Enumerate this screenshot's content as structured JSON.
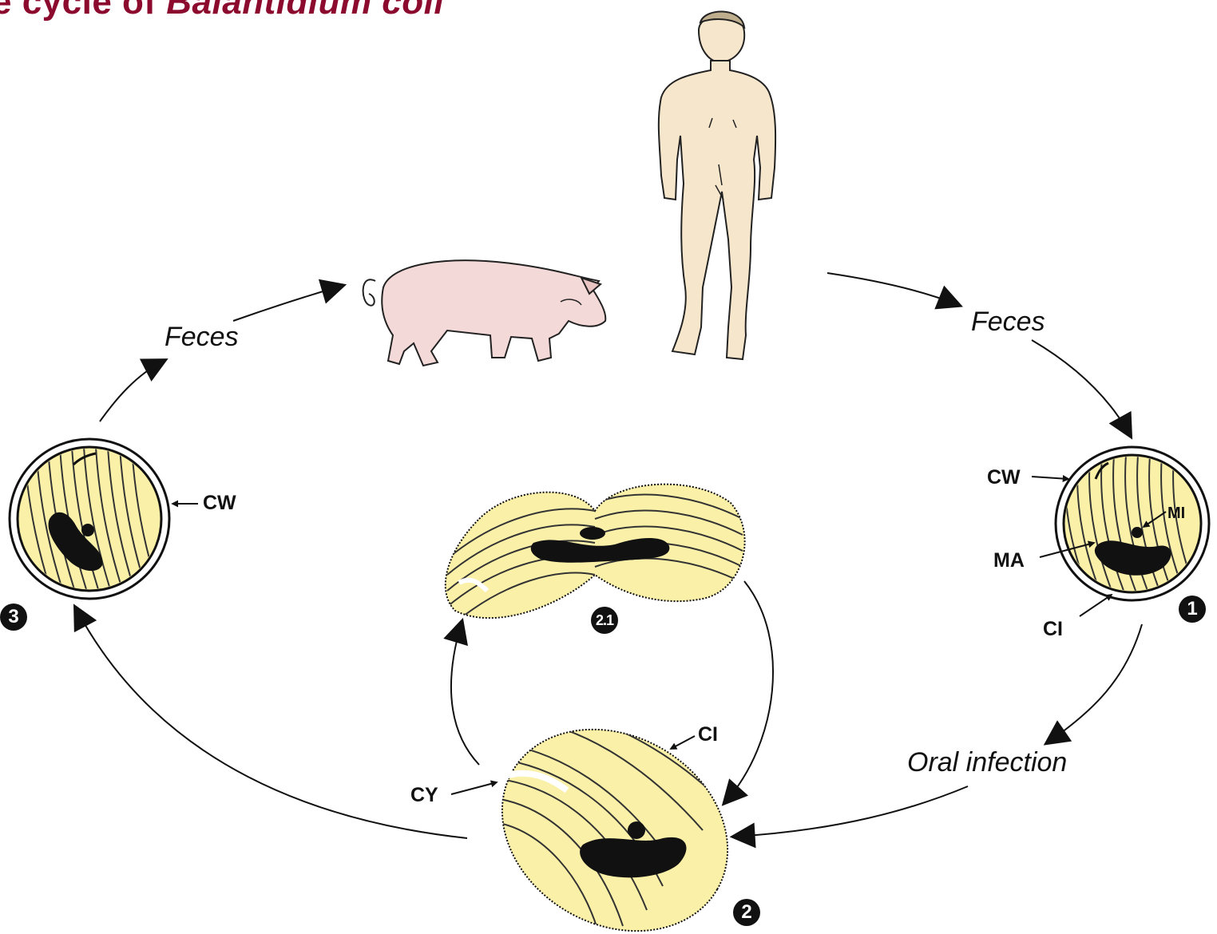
{
  "title": {
    "prefix": "e cycle of ",
    "organism": "Balantidium coli"
  },
  "flow_labels": {
    "feces_left": "Feces",
    "feces_right": "Feces",
    "oral_infection": "Oral infection"
  },
  "part_labels": {
    "cw_right": "CW",
    "mi": "MI",
    "ma": "MA",
    "ci_right": "CI",
    "cw_left": "CW",
    "ci_trophozoite": "CI",
    "cy": "CY"
  },
  "stage_numbers": {
    "cyst_infective": "1",
    "trophozoite": "2",
    "dividing": "2.1",
    "cyst_excreted": "3"
  },
  "colors": {
    "title": "#8b0a2e",
    "organism_fill": "#faf0a8",
    "pig": "#f3d9d7",
    "human": "#f6e6cc"
  }
}
